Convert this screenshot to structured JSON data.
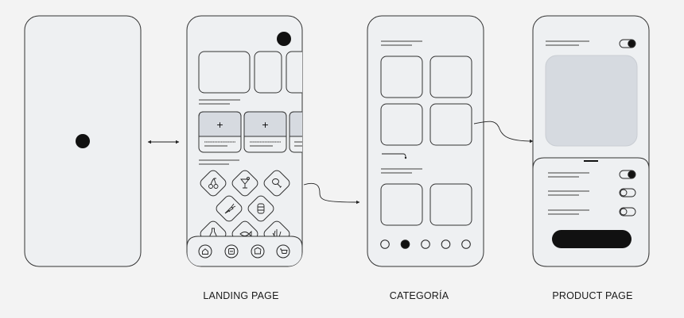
{
  "captions": {
    "landing": "LANDING PAGE",
    "category": "CATEGORÍA",
    "product": "PRODUCT PAGE"
  },
  "landing": {
    "product_card_symbol": "+",
    "nav_icons": [
      "home-icon",
      "promo-icon",
      "chef-hat-icon",
      "cart-icon"
    ],
    "category_icons": [
      "cherries-icon",
      "cocktail-icon",
      "chicken-leg-icon",
      "carrot-icon",
      "barrel-icon",
      "bottle-icon",
      "fish-icon",
      "grass-icon"
    ]
  },
  "category": {
    "pagination_count": 5,
    "pagination_active": 2
  },
  "product": {
    "toggles": [
      "on",
      "on",
      "off",
      "off"
    ]
  },
  "colors": {
    "frame_fill": "#eef0f2",
    "image_fill": "#d6dae0",
    "ink": "#111111",
    "skeleton_line": "#7a7a7a"
  }
}
